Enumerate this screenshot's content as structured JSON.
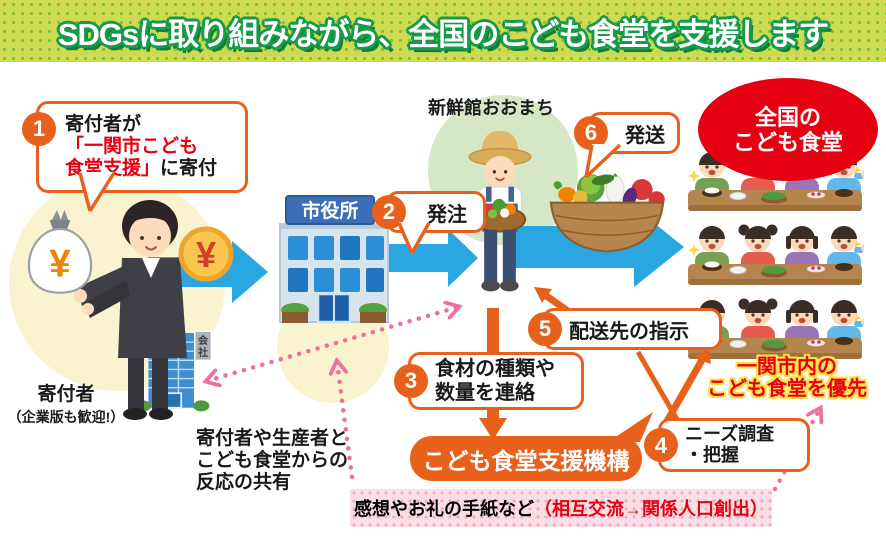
{
  "header": {
    "title": "SDGsに取り組みながら、全国のこども食堂を支援します"
  },
  "steps": {
    "s1": {
      "num": "1",
      "line1": "寄付者が",
      "line2": "「一関市こども",
      "line3_red": "食堂支援」",
      "line3_black": "に寄付"
    },
    "s2": {
      "num": "2",
      "label": "発注"
    },
    "s3": {
      "num": "3",
      "line1": "食材の種類や",
      "line2": "数量を連絡"
    },
    "s4": {
      "num": "4",
      "line1": "ニーズ調査",
      "line2": "・把握"
    },
    "s5": {
      "num": "5",
      "label": "配送先の指示"
    },
    "s6": {
      "num": "6",
      "label": "発送"
    }
  },
  "labels": {
    "shop_name": "新鮮館おおまち",
    "city_hall": "市役所",
    "company_sign_1": "会",
    "company_sign_2": "社",
    "donor_line1": "寄付者",
    "donor_line2": "（企業版も歓迎!）",
    "national_line1": "全国の",
    "national_line2": "こども食堂",
    "priority_line1": "一関市内の",
    "priority_line2": "こども食堂を優先",
    "org_name": "こども食堂支援機構",
    "share_line1": "寄付者や生産者と",
    "share_line2": "こども食堂からの",
    "share_line3": "反応の共有",
    "feedback_black": "感想やお礼の手紙など",
    "feedback_red": "（相互交流→関係人口創出）",
    "yen_bag": "¥",
    "yen_coin": "¥"
  },
  "colors": {
    "header_bg": "#ccdb51",
    "header_outline_green": "#169b4a",
    "accent_orange": "#e8611c",
    "accent_red": "#e60012",
    "arrow_blue": "#2aa7e0",
    "dotted_pink": "#ee6fa0",
    "feedback_box_bg": "#fadee5",
    "yellow_circle": "#faf3cf",
    "green_circle": "#d5e7c5"
  }
}
